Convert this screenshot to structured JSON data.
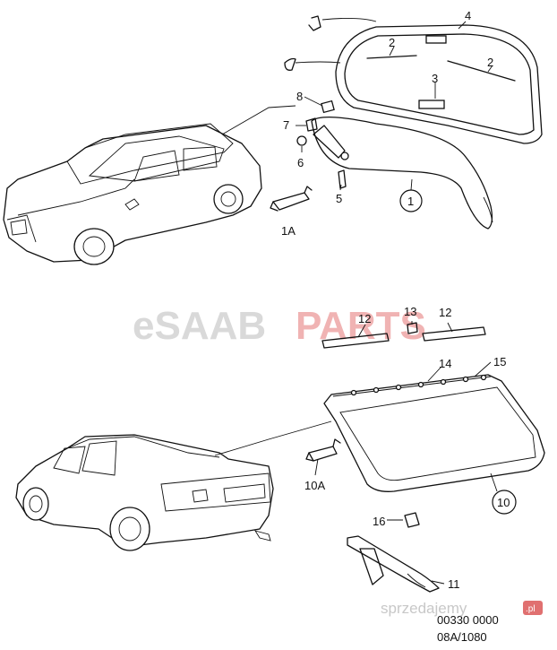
{
  "watermark": {
    "part1": "eSAAB",
    "part2": "PARTS",
    "color_grey": "#d9d9d9",
    "color_red": "#f0b3b3"
  },
  "callouts": {
    "c1": "1",
    "c1a": "1A",
    "c2a": "2",
    "c2b": "2",
    "c3": "3",
    "c4": "4",
    "c5": "5",
    "c6": "6",
    "c7": "7",
    "c8": "8",
    "c10": "10",
    "c10a": "10A",
    "c11": "11",
    "c12a": "12",
    "c12b": "12",
    "c13": "13",
    "c14": "14",
    "c15": "15",
    "c16": "16"
  },
  "footer": {
    "code_line1": "00330 0000",
    "code_line2": "08A/1080",
    "site_logo": "sprzedajemy",
    "site_logo_suffix": ".pl"
  }
}
